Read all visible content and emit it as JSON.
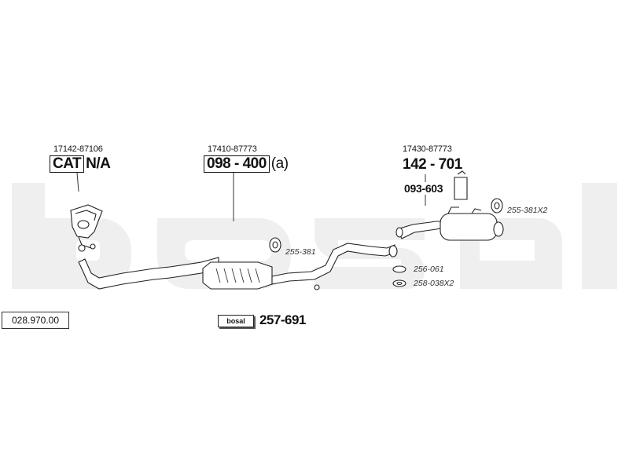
{
  "catalog_number": "028.970.00",
  "watermark_brand": "bosal",
  "parts": {
    "front_pipe": {
      "oem": "17142-87106",
      "bosal_code": "CAT",
      "suffix": "N/A"
    },
    "catalyst": {
      "oem": "17410-87773",
      "bosal_code": "098 - 400",
      "suffix": "(a)"
    },
    "rear_silencer": {
      "oem": "17430-87773",
      "bosal_code": "142 - 701",
      "bracket_code": "093-603"
    },
    "mount_kit": {
      "code": "257-691",
      "tag_text": "bosal"
    }
  },
  "accessories": {
    "rubber_hanger_front": "255-381",
    "rubber_hanger_rear": "255-381X2",
    "gasket": "256-061",
    "bolt_set": "258-038X2"
  }
}
